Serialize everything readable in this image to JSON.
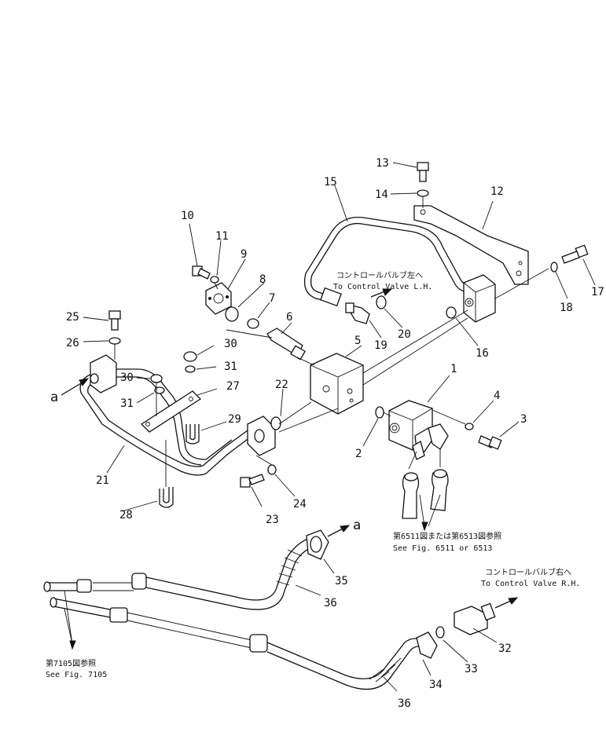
{
  "callouts": [
    "1",
    "2",
    "3",
    "4",
    "5",
    "6",
    "7",
    "8",
    "9",
    "10",
    "11",
    "12",
    "13",
    "14",
    "15",
    "16",
    "17",
    "18",
    "19",
    "20",
    "21",
    "22",
    "23",
    "24",
    "25",
    "26",
    "27",
    "28",
    "29",
    "30",
    "31",
    "32",
    "33",
    "34",
    "35",
    "36"
  ],
  "refs": {
    "a_left": "a",
    "a_right": "a"
  },
  "notes": {
    "to_lh_jp": "コントロールバルブ左へ",
    "to_lh_en": "To Control Valve L.H.",
    "to_rh_jp": "コントロールバルブ右へ",
    "to_rh_en": "To Control Valve R.H.",
    "fig6511_jp": "第6511図または第6513図参照",
    "fig6511_en": "See Fig. 6511 or 6513",
    "fig7105_jp": "第7105図参照",
    "fig7105_en": "See Fig. 7105"
  }
}
